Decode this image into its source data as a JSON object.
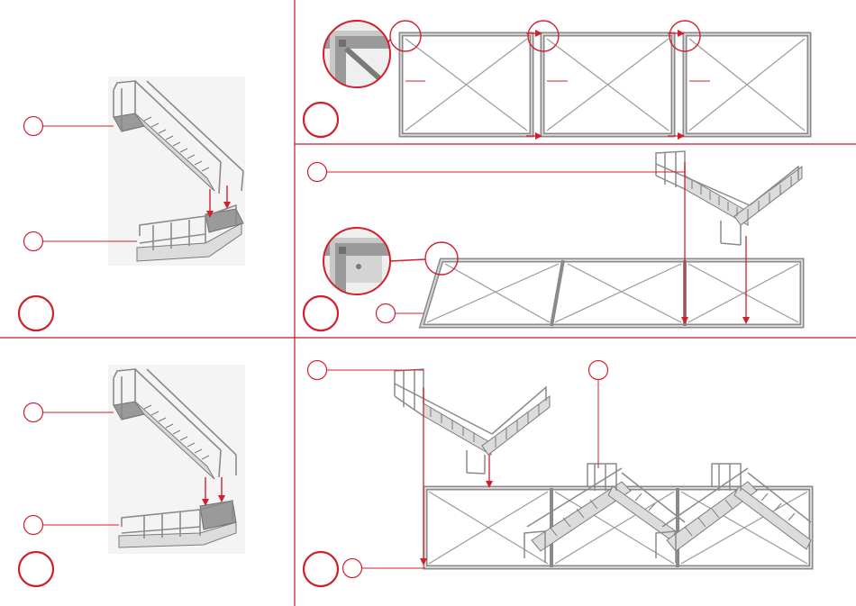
{
  "document": {
    "type": "assembly instruction sheet",
    "panels": [
      {
        "id": "panel-1",
        "step_marker": "",
        "callouts": [
          "",
          ""
        ],
        "content": "stair-pieces-assembly"
      },
      {
        "id": "panel-2",
        "step_marker": "",
        "callouts": [],
        "content": "three-frames-joined"
      },
      {
        "id": "panel-3",
        "step_marker": "",
        "callouts": [
          "",
          ""
        ],
        "content": "frames-stair-attach"
      },
      {
        "id": "panel-4",
        "step_marker": "",
        "callouts": [
          "",
          ""
        ],
        "content": "stair-pieces-assembly"
      },
      {
        "id": "panel-5",
        "step_marker": "",
        "callouts": [
          "",
          "",
          ""
        ],
        "content": "final-stair-tower"
      }
    ]
  },
  "colors": {
    "accent": "#d0202e",
    "line": "#c01a2a",
    "part_fill": "#e6e6e6",
    "part_stroke": "#8a8a8a",
    "part_dark": "#6f6f6f",
    "background": "#ffffff"
  }
}
